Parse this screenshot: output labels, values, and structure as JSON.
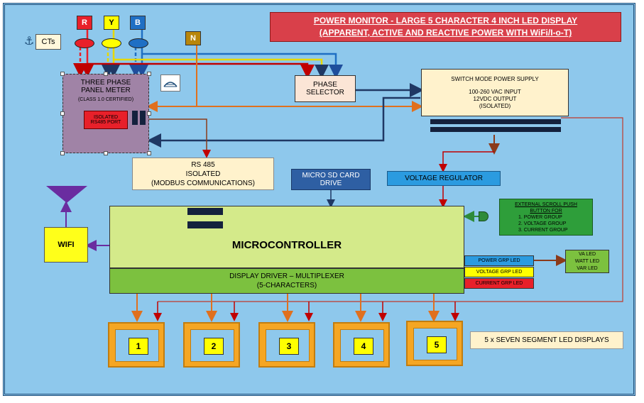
{
  "title": {
    "line1": "POWER MONITOR - LARGE 5 CHARACTER 4 INCH LED DISPLAY",
    "line2": "(APPARENT, ACTIVE AND REACTIVE POWER WITH WiFi/I-o-T)"
  },
  "phases": {
    "r": "R",
    "y": "Y",
    "b": "B",
    "n": "N"
  },
  "cts_label": "CTs",
  "panel_meter": {
    "line1": "THREE PHASE",
    "line2": "PANEL METER",
    "line3": "(CLASS 1.0 CERTIFIED)",
    "port_line1": "ISOLATED",
    "port_line2": "RS485 PORT"
  },
  "phase_selector": {
    "line1": "PHASE",
    "line2": "SELECTOR"
  },
  "smps": {
    "line1": "SWITCH MODE POWER SUPPLY",
    "line2": "100-260 VAC INPUT",
    "line3": "12VDC OUTPUT",
    "line4": "(ISOLATED)"
  },
  "rs485": {
    "line1": "RS 485",
    "line2": "ISOLATED",
    "line3": "(MODBUS COMMUNICATIONS)"
  },
  "sd_card": {
    "line1": "MICRO SD CARD",
    "line2": "DRIVE"
  },
  "voltage_regulator": "VOLTAGE REGULATOR",
  "scroll_button": {
    "line1": "EXTERNAL SCROLL PUSH",
    "line2": "BUTTON FOR",
    "items": [
      "1.      POWER GROUP",
      "2.      VOLTAGE GROUP",
      "3.      CURRENT GROUP"
    ]
  },
  "wifi": "WIFI",
  "microcontroller": "MICROCONTROLLER",
  "display_driver": {
    "line1": "DISPLAY DRIVER – MULTIPLEXER",
    "line2": "(5-CHARACTERS)"
  },
  "group_leds": [
    "POWER GRP LED",
    "VOLTAGE GRP LED",
    "CURRENT GRP LED"
  ],
  "unit_leds": [
    "VA LED",
    "WATT LED",
    "VAR LED"
  ],
  "digits": [
    "1",
    "2",
    "3",
    "4",
    "5"
  ],
  "display_caption": "5 x SEVEN SEGMENT LED DISPLAYS",
  "colors": {
    "background": "#8ec8ec",
    "phase_r": "#e8202a",
    "phase_y": "#ffff00",
    "phase_b": "#1f6fc4",
    "neutral": "#b8860b",
    "title_bg": "#d9404a",
    "panel_meter": "#a083a6",
    "microcontroller": "#d4ea8a",
    "display_driver": "#7cc13f",
    "digit_frame": "#f5a623",
    "wifi": "#ffff1a",
    "antenna": "#6a2ca0"
  },
  "icons": [
    "anchor-icon",
    "antenna-icon",
    "push-button-icon",
    "mini-chart-icon"
  ]
}
